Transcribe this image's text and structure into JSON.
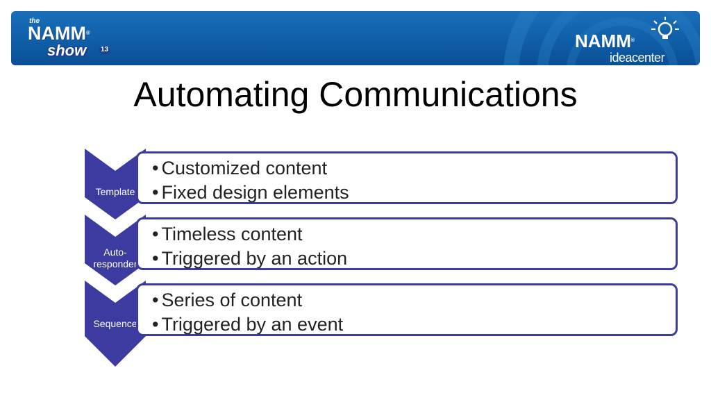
{
  "header": {
    "left_logo": {
      "the": "the",
      "namm": "NAMM",
      "show": "show",
      "year": "13"
    },
    "right_logo": {
      "namm": "NAMM",
      "idea": "ideacenter"
    }
  },
  "title": "Automating Communications",
  "rows": [
    {
      "label": "Template",
      "bullets": [
        "Customized content",
        "Fixed design elements"
      ]
    },
    {
      "label": "Auto-\nresponder",
      "label_lines": [
        "Auto-",
        "responder"
      ],
      "bullets": [
        "Timeless content",
        "Triggered by an action"
      ]
    },
    {
      "label": "Sequence",
      "bullets": [
        "Series of content",
        "Triggered by an event"
      ]
    }
  ],
  "colors": {
    "header_blue": "#0f5ea8",
    "chevron_purple": "#3c3ba0",
    "text": "#222222"
  }
}
